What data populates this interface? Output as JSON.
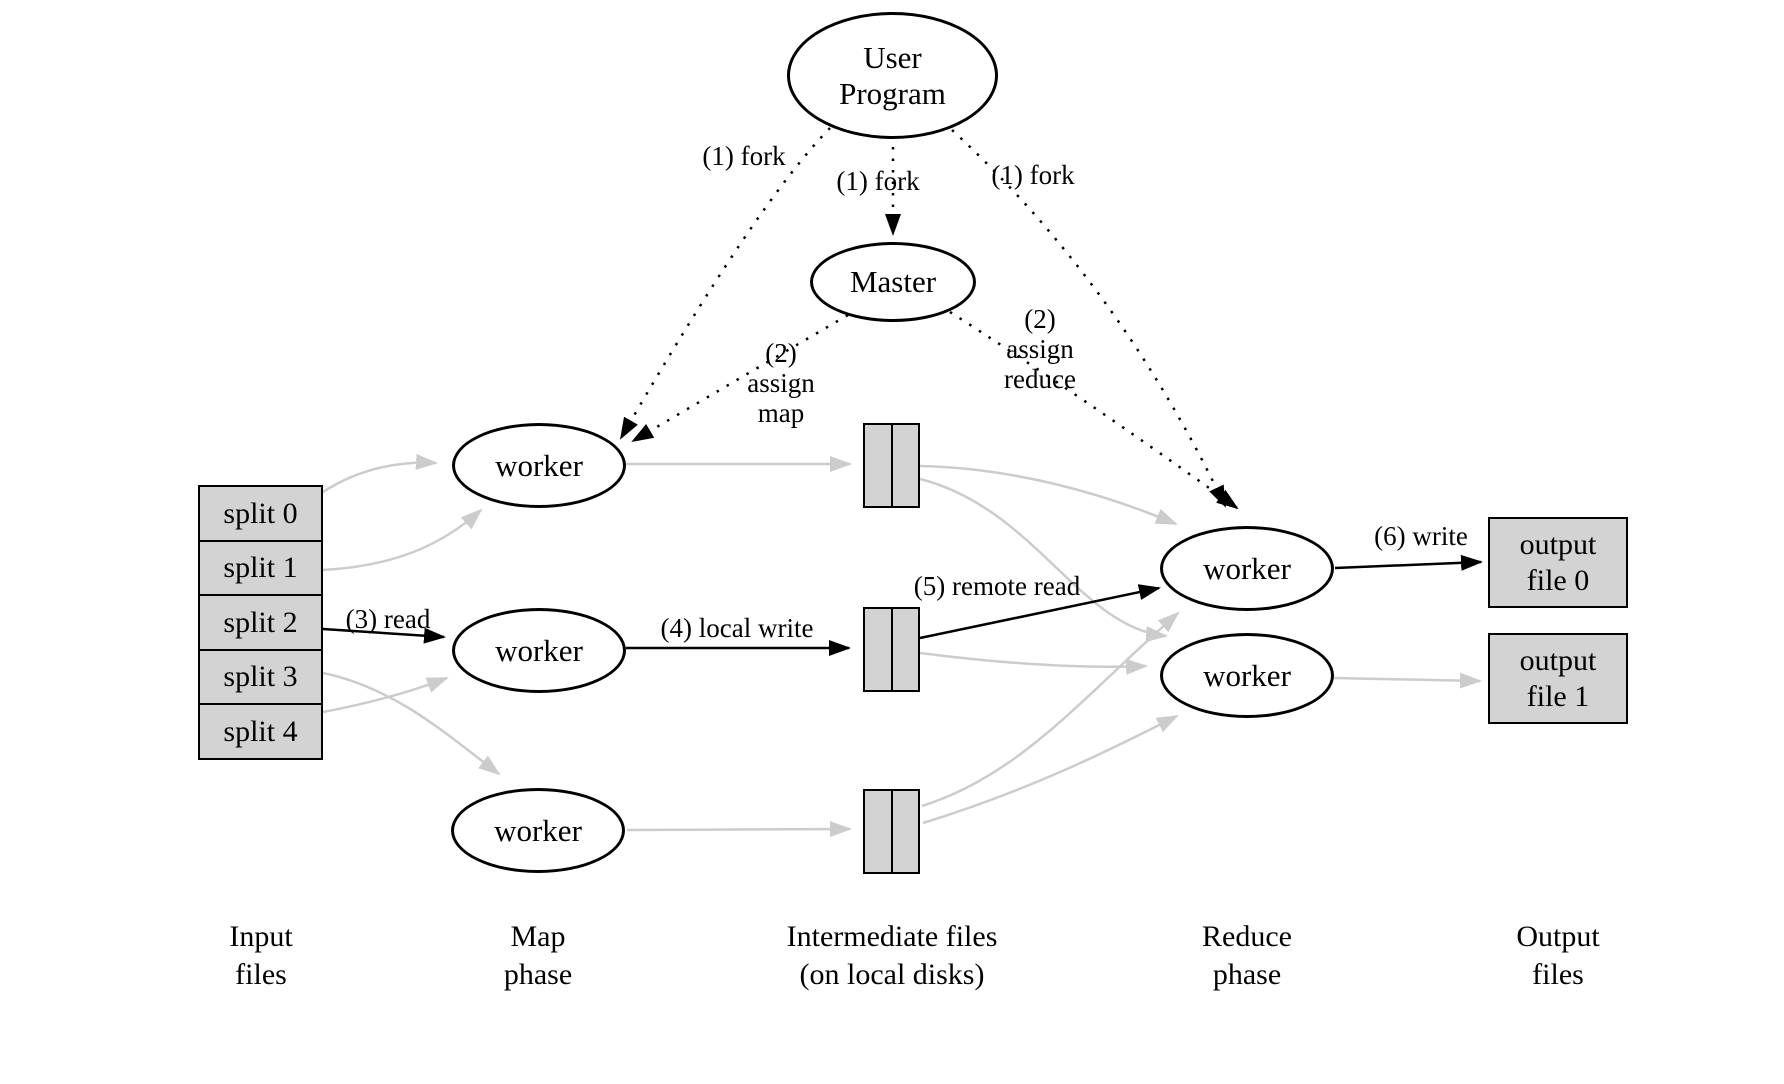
{
  "nodes": {
    "user_program": {
      "line1": "User",
      "line2": "Program"
    },
    "master": "Master",
    "map_workers": [
      "worker",
      "worker",
      "worker"
    ],
    "reduce_workers": [
      "worker",
      "worker"
    ],
    "splits": [
      "split 0",
      "split 1",
      "split 2",
      "split 3",
      "split 4"
    ],
    "output_files": [
      {
        "line1": "output",
        "line2": "file 0"
      },
      {
        "line1": "output",
        "line2": "file 1"
      }
    ]
  },
  "edge_labels": {
    "fork_left": "(1) fork",
    "fork_middle": "(1) fork",
    "fork_right": "(1) fork",
    "assign_map": {
      "line1": "(2)",
      "line2": "assign",
      "line3": "map"
    },
    "assign_reduce": {
      "line1": "(2)",
      "line2": "assign",
      "line3": "reduce"
    },
    "read": "(3) read",
    "local_write": "(4) local write",
    "remote_read": "(5) remote read",
    "write": "(6) write"
  },
  "phase_labels": {
    "input": {
      "line1": "Input",
      "line2": "files"
    },
    "map": {
      "line1": "Map",
      "line2": "phase"
    },
    "intermediate": {
      "line1": "Intermediate files",
      "line2": "(on local disks)"
    },
    "reduce": {
      "line1": "Reduce",
      "line2": "phase"
    },
    "output": {
      "line1": "Output",
      "line2": "files"
    }
  },
  "colors": {
    "background": "#ffffff",
    "node_fill": "#ffffff",
    "file_fill": "#d3d3d3",
    "black_edge": "#000000",
    "gray_edge": "#cccccc"
  }
}
